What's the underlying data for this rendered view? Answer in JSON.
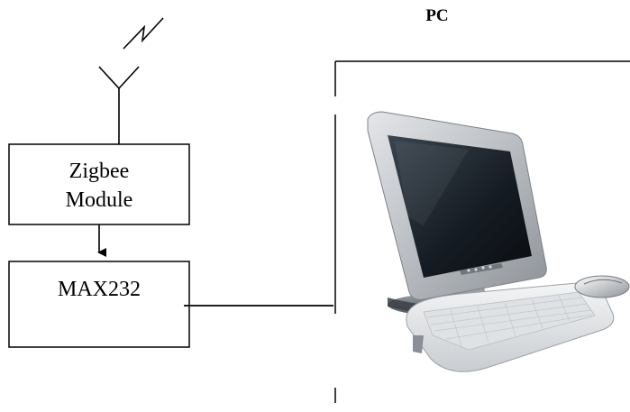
{
  "diagram": {
    "pc_title": "PC",
    "zigbee_block": {
      "line1": "Zigbee",
      "line2": "Module"
    },
    "max232_block": {
      "label": "MAX232"
    },
    "icons": {
      "antenna": "antenna-icon",
      "wireless": "wireless-signal-icon",
      "computer": "desktop-computer-icon"
    },
    "colors": {
      "lines": "#000000",
      "monitor_bezel": "#b9bdc2",
      "screen": "#151b22",
      "keyboard": "#e9ebed"
    }
  }
}
